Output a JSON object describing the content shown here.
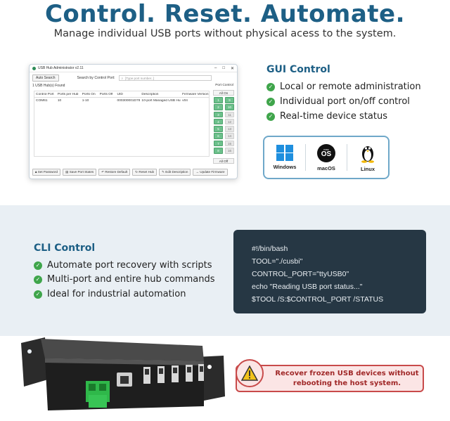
{
  "header": {
    "title": "Control. Reset. Automate.",
    "subtitle": "Manage individual USB ports without physical acess to the system."
  },
  "app_window": {
    "title": "USB Hub Administrator v2.11",
    "auto_search": "Auto Search",
    "search_label": "Search by Control Port:",
    "search_placeholder": "[Type port number..]",
    "found_text": "1 USB Hub(s) Found",
    "columns": [
      "Control Port",
      "Ports per Hub",
      "Ports On",
      "Ports Off",
      "UID",
      "Description",
      "Firmware Version"
    ],
    "rows": [
      [
        "COM61",
        "10",
        "1-10",
        "",
        "000300001D78",
        "10-port Managed USB Hub",
        "v04"
      ]
    ],
    "port_control_label": "Port Control",
    "all_on": "All On",
    "all_off": "All Off",
    "ports": [
      {
        "label": "1",
        "state": "on"
      },
      {
        "label": "9",
        "state": "on"
      },
      {
        "label": "2",
        "state": "on"
      },
      {
        "label": "10",
        "state": "on"
      },
      {
        "label": "3",
        "state": "on"
      },
      {
        "label": "11",
        "state": "off"
      },
      {
        "label": "4",
        "state": "on"
      },
      {
        "label": "12",
        "state": "off"
      },
      {
        "label": "5",
        "state": "on"
      },
      {
        "label": "13",
        "state": "off"
      },
      {
        "label": "6",
        "state": "on"
      },
      {
        "label": "14",
        "state": "off"
      },
      {
        "label": "7",
        "state": "on"
      },
      {
        "label": "15",
        "state": "off"
      },
      {
        "label": "8",
        "state": "on"
      },
      {
        "label": "16",
        "state": "off"
      }
    ],
    "footer_buttons": [
      "Set Password",
      "Save Port States",
      "Restore Default",
      "Reset Hub",
      "Edit Description",
      "Update Firmware"
    ]
  },
  "gui_control": {
    "title": "GUI Control",
    "items": [
      "Local or remote administration",
      "Individual port on/off control",
      "Real-time device status"
    ]
  },
  "os_support": [
    {
      "label": "Windows",
      "icon": "windows-icon"
    },
    {
      "label": "macOS",
      "icon": "macos-icon",
      "badge_small": "mac",
      "badge_big": "OS"
    },
    {
      "label": "Linux",
      "icon": "linux-icon"
    }
  ],
  "cli_control": {
    "title": "CLI Control",
    "items": [
      "Automate port recovery with scripts",
      "Multi-port and entire hub commands",
      "Ideal for industrial automation"
    ]
  },
  "terminal": {
    "lines": [
      "#!/bin/bash",
      "TOOL=\"./cusbi\"",
      "CONTROL_PORT=\"ttyUSB0\"",
      "echo \"Reading USB port status...\"",
      "$TOOL /S:$CONTROL_PORT /STATUS"
    ]
  },
  "callout": {
    "line1": "Recover frozen USB devices without",
    "line2": "rebooting the host system."
  },
  "colors": {
    "brand_blue": "#1d5f85",
    "check_green": "#3fa54b",
    "terminal_bg": "#263744",
    "band_bg": "#e9eff4",
    "alert_red": "#c84a4a"
  }
}
